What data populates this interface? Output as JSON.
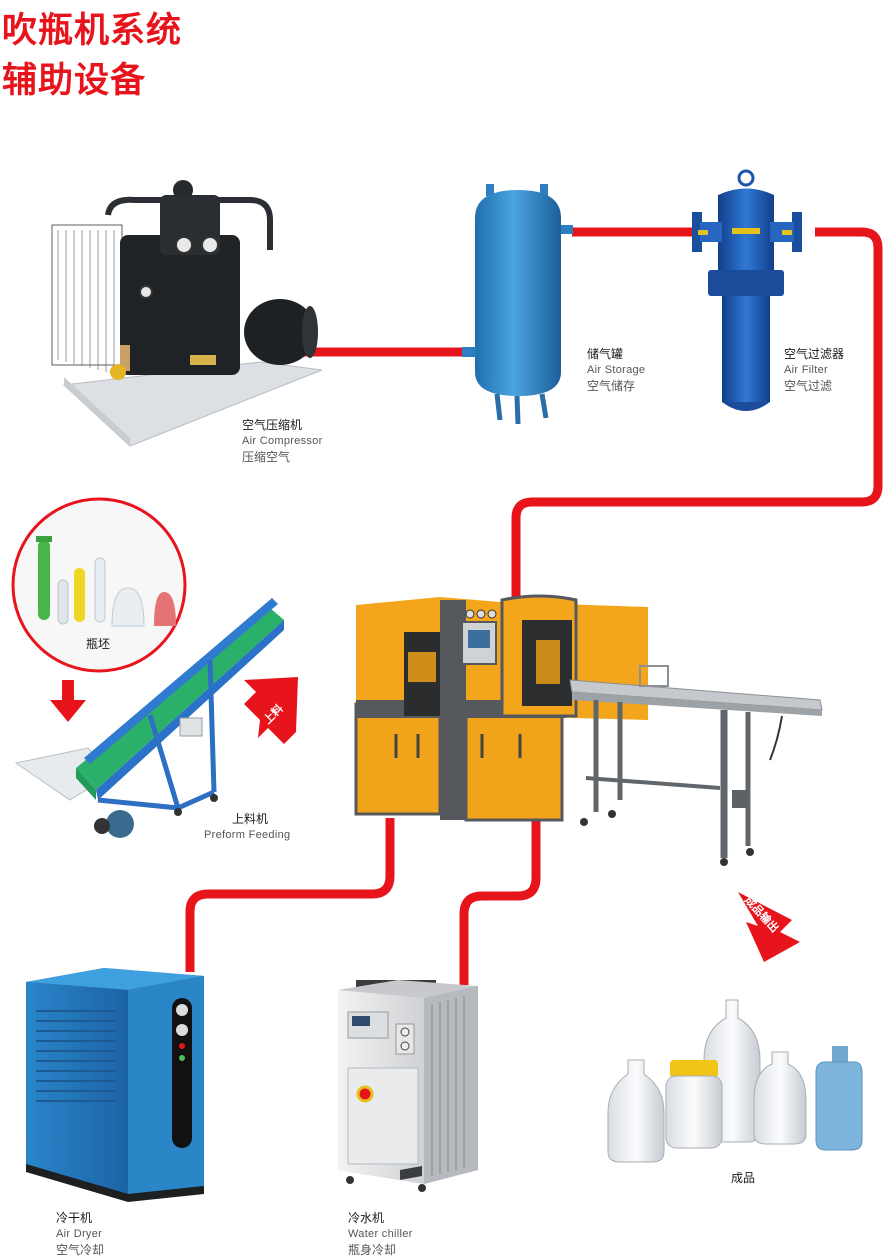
{
  "header": {
    "title_line1": "吹瓶机系统",
    "title_line2": "辅助设备"
  },
  "colors": {
    "accent_red": "#e8141c",
    "tank_blue": "#2f87c8",
    "filter_blue": "#1e5fb8",
    "machine_yellow": "#f3a51b",
    "frame_grey": "#55585d"
  },
  "equipment": {
    "compressor": {
      "cn": "空气压缩机",
      "en": "Air Compressor",
      "sub": "压缩空气"
    },
    "storage": {
      "cn": "储气罐",
      "en": "Air Storage",
      "sub": "空气储存"
    },
    "filter": {
      "cn": "空气过滤器",
      "en": "Air Filter",
      "sub": "空气过滤"
    },
    "preform": {
      "cn": "瓶坯"
    },
    "feeding": {
      "cn": "上料机",
      "en": "Preform Feeding"
    },
    "dryer": {
      "cn": "冷干机",
      "en": "Air Dryer",
      "sub": "空气冷却"
    },
    "chiller": {
      "cn": "冷水机",
      "en": "Water chiller",
      "sub": "瓶身冷却"
    },
    "products": {
      "cn": "成品"
    }
  },
  "arrows": {
    "load_tag": "上料",
    "output_tag": "成品输出"
  },
  "icons": {
    "down_arrow": "red-down-arrow",
    "up_arrow": "red-up-arrow",
    "output_arrow": "red-output-arrow"
  }
}
